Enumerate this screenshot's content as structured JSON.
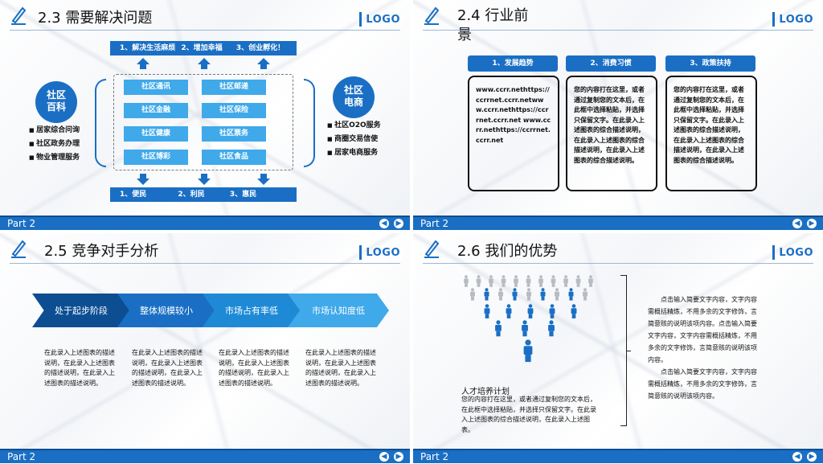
{
  "common": {
    "part_label": "Part 2",
    "logo": "LOGO",
    "prev_symbol": "◀",
    "next_symbol": "▶",
    "accent_color": "#1a6fc4"
  },
  "slide1": {
    "title": "2.3 需要解决问题",
    "top_items": [
      "1、解决生活麻烦",
      "2、增加幸福",
      "3、创业孵化！"
    ],
    "bottom_items": [
      "1、便民",
      "2、利民",
      "3、惠民"
    ],
    "left_circle": [
      "社区",
      "百科"
    ],
    "left_bullets": [
      "居家综合问询",
      "社区政务办理",
      "物业管理服务"
    ],
    "right_circle": [
      "社区",
      "电商"
    ],
    "right_bullets": [
      "社区O2O服务",
      "商圈交易信使",
      "居家电商服务"
    ],
    "grid": [
      "社区通讯",
      "社区邮递",
      "社区金融",
      "社区保险",
      "社区健康",
      "社区票务",
      "社区博彩",
      "社区食品"
    ]
  },
  "slide2": {
    "title": "2.4 行业前景",
    "columns": [
      {
        "header": "1、发展趋势",
        "text": "www.ccrr.nethttps://ccrrnet.ccrr.netwww.ccrr.nethttps://ccrrnet.ccrr.net www.ccrr.nethttps://ccrrnet.ccrr.net"
      },
      {
        "header": "2、消费习惯",
        "text": "您的内容打在这里，或者通过复制您的文本后，在此框中选择粘贴，并选择只保留文字。在此录入上述图表的综合描述说明，在此录入上述图表的综合描述说明，在此录入上述图表的综合描述说明。"
      },
      {
        "header": "3、政策扶持",
        "text": "您的内容打在这里，或者通过复制您的文本后，在此框中选择粘贴，并选择只保留文字。在此录入上述图表的综合描述说明，在此录入上述图表的综合描述说明，在此录入上述图表的综合描述说明。"
      }
    ]
  },
  "slide3": {
    "title": "2.5 竞争对手分析",
    "phases": [
      {
        "label": "处于起步阶段",
        "color": "#0d4e93",
        "text": "在此录入上述图表的描述说明，在此录入上述图表的描述说明，在此录入上述图表的描述说明。"
      },
      {
        "label": "整体规模较小",
        "color": "#1a6fc4",
        "text": "在此录入上述图表的描述说明，在此录入上述图表的描述说明，在此录入上述图表的描述说明。"
      },
      {
        "label": "市场占有率低",
        "color": "#1e8ad6",
        "text": "在此录入上述图表的描述说明，在此录入上述图表的描述说明，在此录入上述图表的描述说明。"
      },
      {
        "label": "市场认知度低",
        "color": "#3fa9ea",
        "text": "在此录入上述图表的描述说明，在此录入上述图表的描述说明，在此录入上述图表的描述说明。"
      }
    ]
  },
  "slide4": {
    "title": "2.6 我们的优势",
    "talent_title": "人才培养计划",
    "talent_text": "您的内容打在这里，或者通过复制您的文本后，在此框中选择粘贴，并选择只保留文字。在此录入上述图表的综合描述说明，在此录入上述图表。",
    "right_text_1": "点击输入简要文字内容，文字内容需概括精炼，不用多余的文字修饰，言简意赅的说明该项内容。点击输入简要文字内容，文字内容需概括精炼，不用多余的文字修饰，言简意赅的说明该项内容。",
    "right_text_2": "点击输入简要文字内容，文字内容需概括精炼，不用多余的文字修饰，言简意赅的说明该项内容。"
  }
}
